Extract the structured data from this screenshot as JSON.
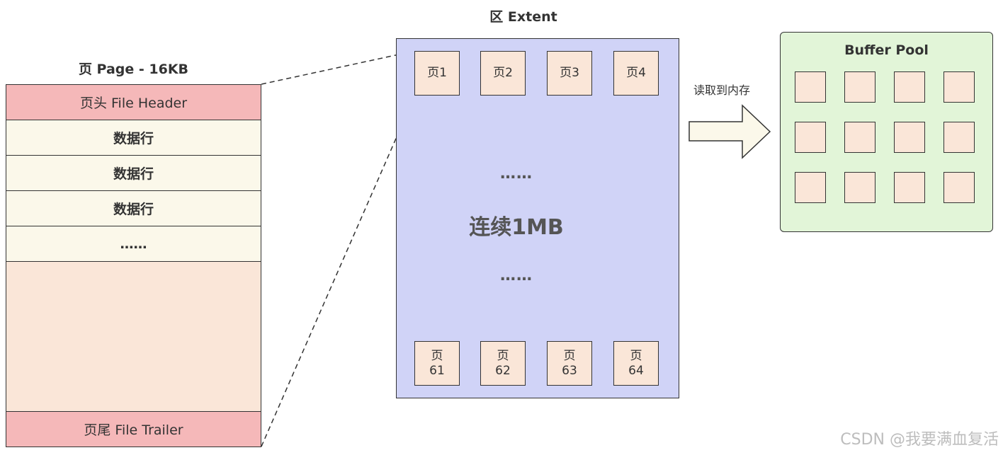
{
  "page": {
    "title": "页 Page - 16KB",
    "header_label": "页头 File Header",
    "rows": [
      "数据行",
      "数据行",
      "数据行",
      "……"
    ],
    "trailer_label": "页尾 File Trailer"
  },
  "extent": {
    "title": "区 Extent",
    "top_pages": [
      "页1",
      "页2",
      "页3",
      "页4"
    ],
    "bottom_pages": [
      [
        "页",
        "61"
      ],
      [
        "页",
        "62"
      ],
      [
        "页",
        "63"
      ],
      [
        "页",
        "64"
      ]
    ],
    "dots_top": "……",
    "center_label": "连续1MB",
    "dots_bottom": "……"
  },
  "arrow": {
    "label": "读取到内存"
  },
  "buffer_pool": {
    "title": "Buffer Pool",
    "rows": 3,
    "cols": 4
  },
  "watermark": "CSDN @我要满血复活",
  "colors": {
    "page_header": "#f5b8b9",
    "data_row": "#fbf8ea",
    "page_body": "#fae6d8",
    "extent": "#d0d3f7",
    "buffer_pool": "#e2f5d8",
    "arrow_fill": "#fbf8ea"
  }
}
